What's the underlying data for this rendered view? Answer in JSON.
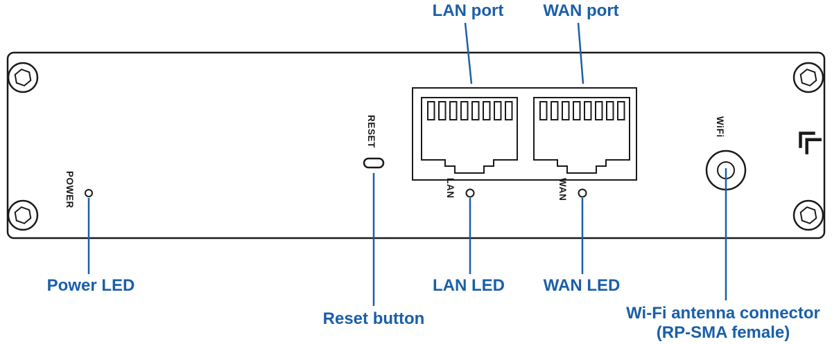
{
  "figure": {
    "accent_color": "#1a5fa8",
    "ink_color": "#1a1a1a",
    "panel": {
      "power_label": "POWER",
      "reset_label": "RESET",
      "lan_label": "LAN",
      "wan_label": "WAN",
      "wifi_label": "WiFi"
    },
    "callouts": {
      "lan_port": "LAN port",
      "wan_port": "WAN port",
      "power_led": "Power LED",
      "reset_button": "Reset button",
      "lan_led": "LAN LED",
      "wan_led": "WAN LED",
      "wifi_antenna_line1": "Wi-Fi antenna connector",
      "wifi_antenna_line2": "(RP-SMA female)"
    }
  }
}
